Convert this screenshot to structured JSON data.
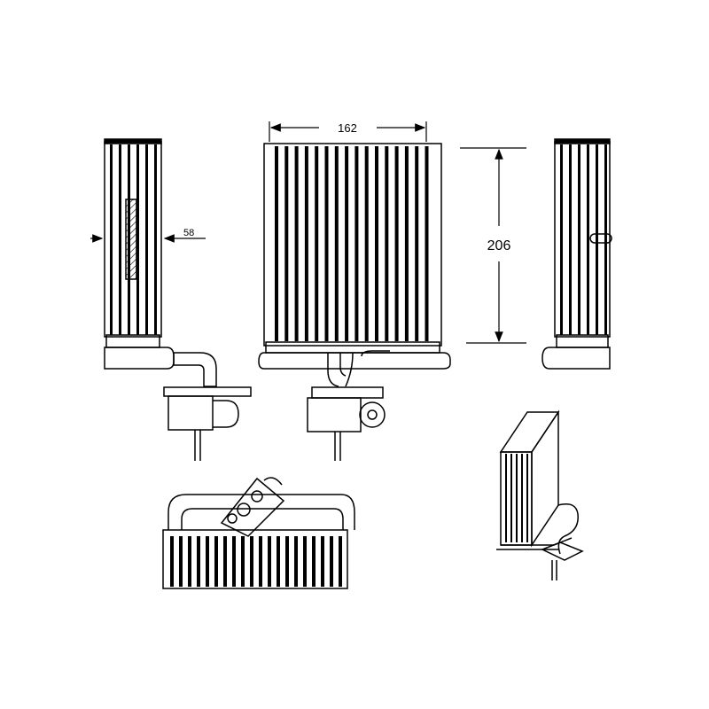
{
  "dimensions": {
    "width_label": "162",
    "height_label": "206",
    "depth_label": "58"
  },
  "colors": {
    "line": "#000000",
    "background": "#ffffff"
  }
}
